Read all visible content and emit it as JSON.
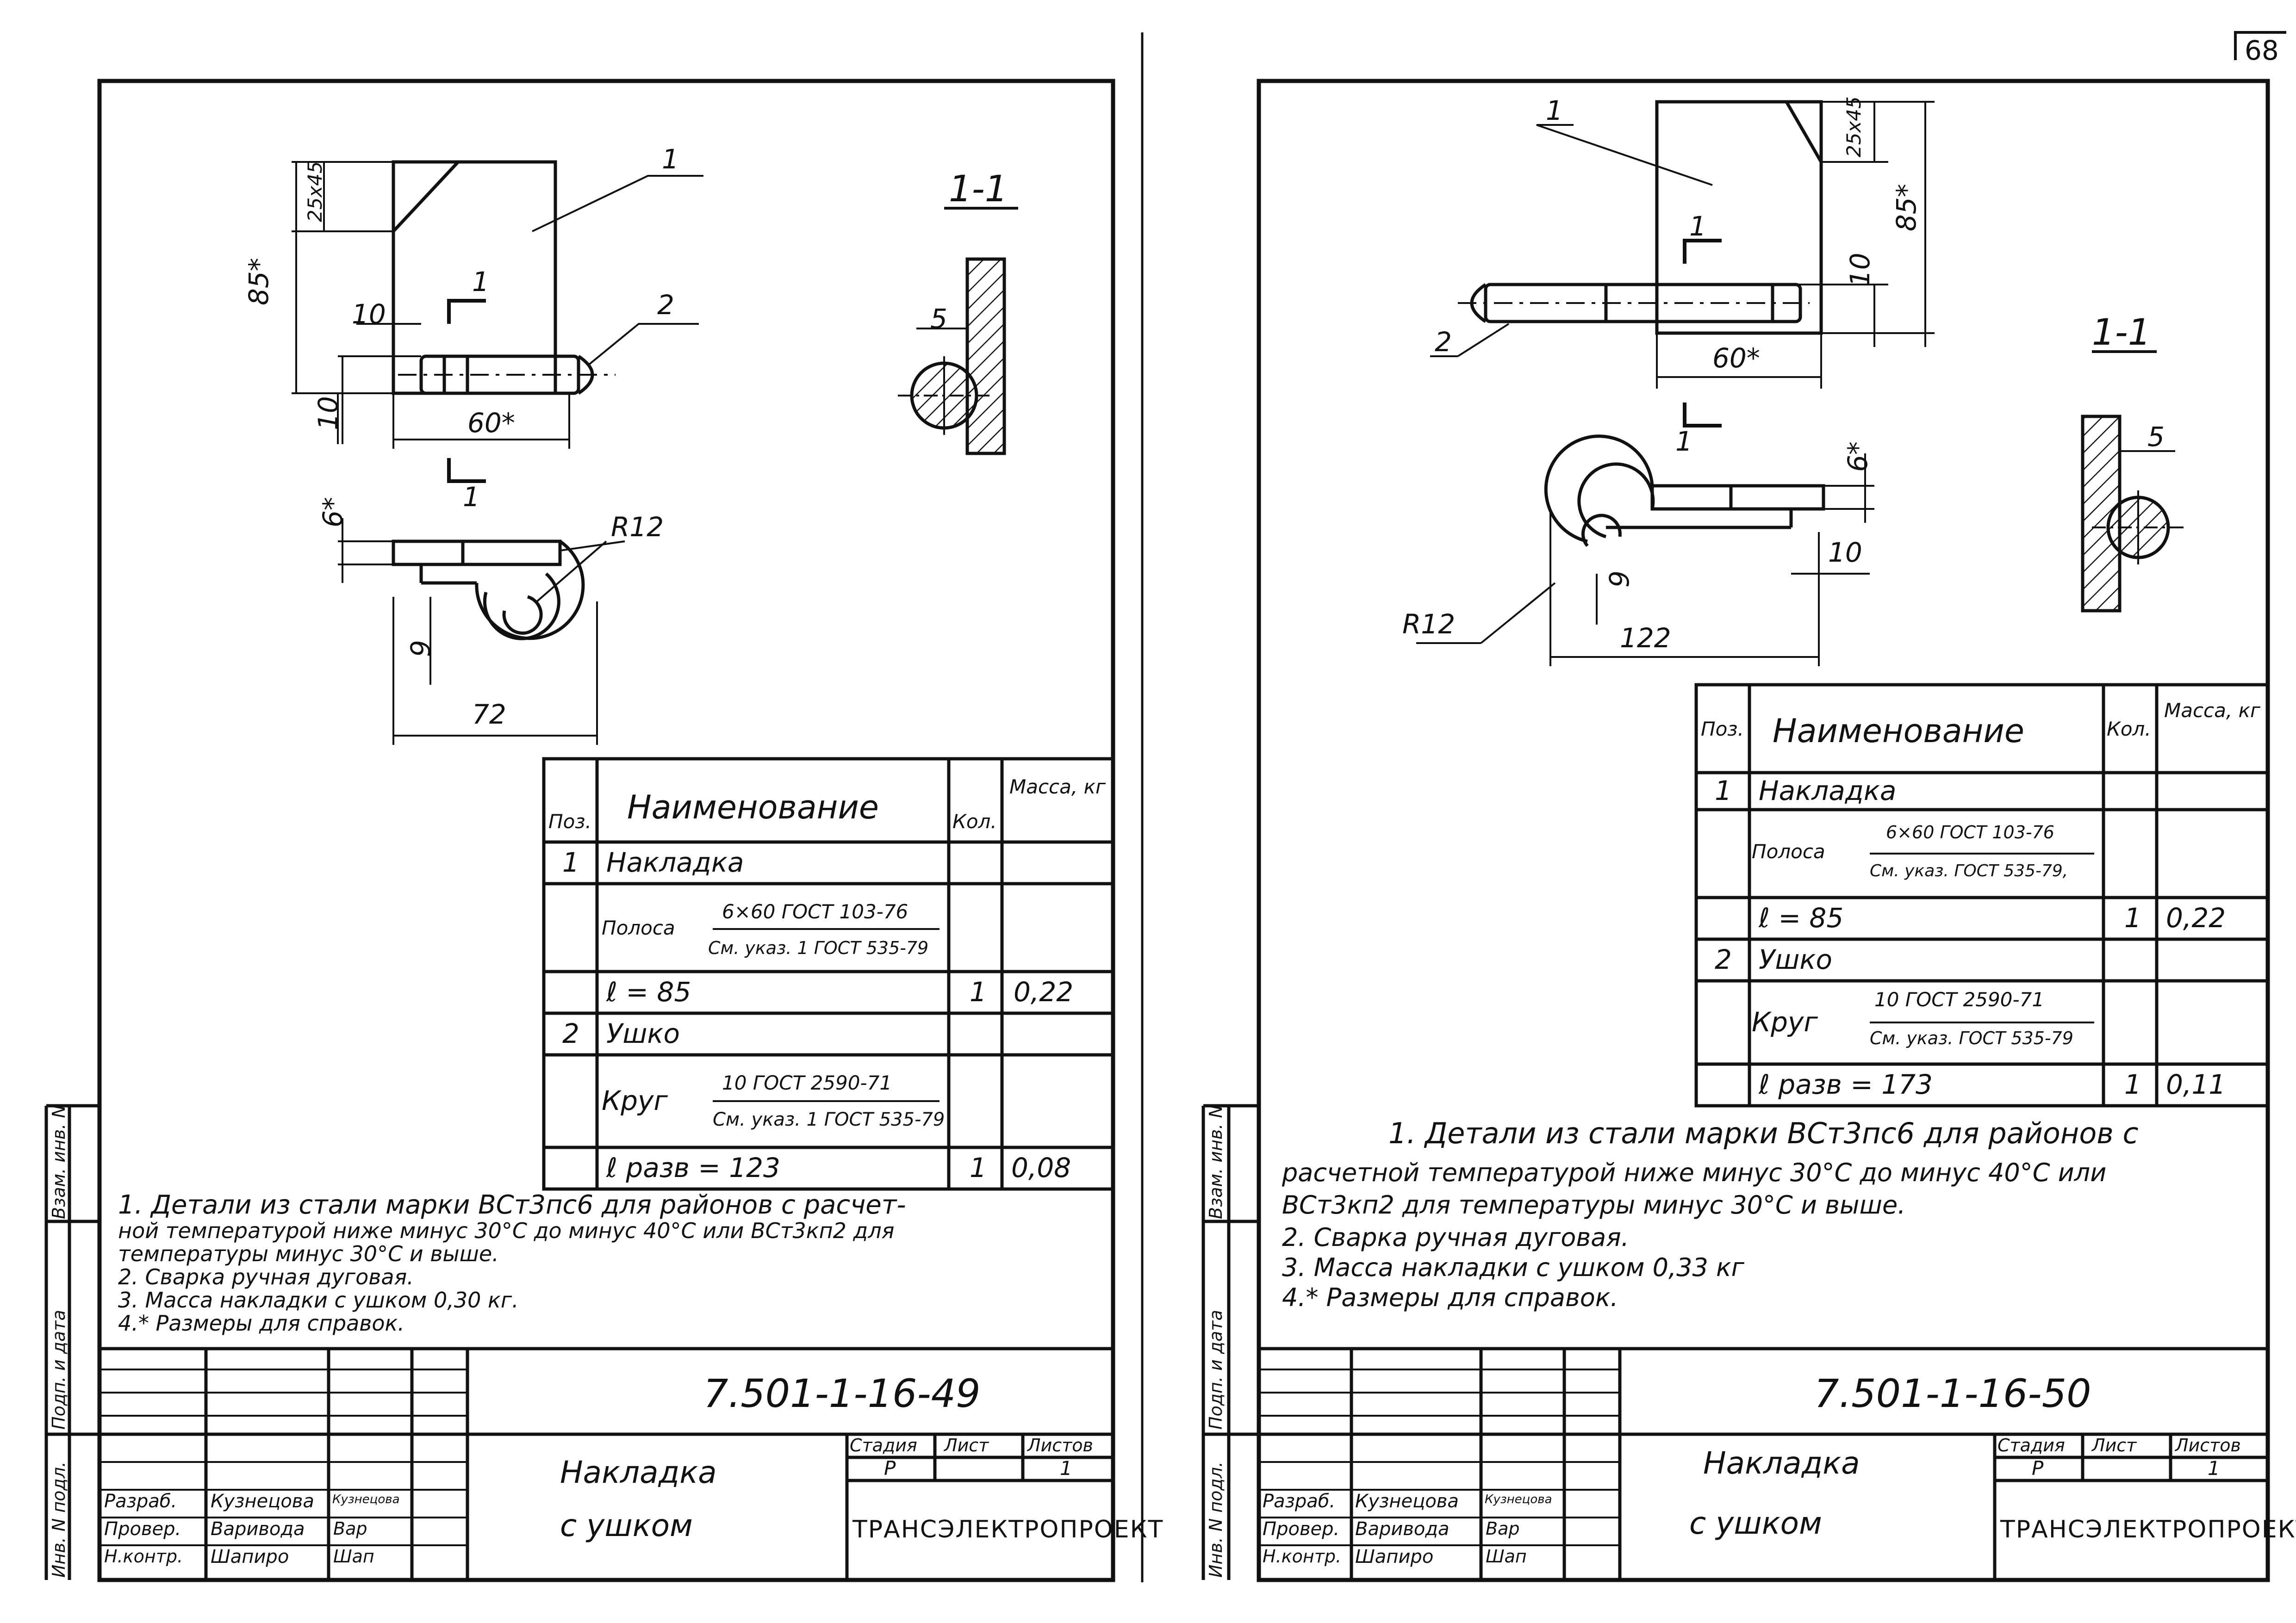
{
  "page_number": "68",
  "left": {
    "section_label": "1-1",
    "labels": {
      "pos1": "1",
      "pos2": "2",
      "cut_a": "1",
      "cut_b": "1"
    },
    "dims": {
      "d25": "25x45",
      "d85": "85*",
      "d10a": "10",
      "d10b": "10",
      "d60": "60*",
      "d6": "6*",
      "r12": "R12",
      "d9": "9",
      "d72": "72",
      "d5": "5"
    },
    "table": {
      "h_pos": "Поз.",
      "h_name": "Наименование",
      "h_qty": "Кол.",
      "h_mass": "Масса, кг",
      "r1_pos": "1",
      "r1_name": "Накладка",
      "r2_name": "Полоса",
      "r2_num": "6×60 ГОСТ 103-76",
      "r2_den": "См. указ. 1 ГОСТ 535-79",
      "r3_name": "ℓ = 85",
      "r3_qty": "1",
      "r3_mass": "0,22",
      "r4_pos": "2",
      "r4_name": "Ушко",
      "r5_name": "Круг",
      "r5_num": "10 ГОСТ 2590-71",
      "r5_den": "См. указ. 1 ГОСТ 535-79",
      "r6_name": "ℓ разв = 123",
      "r6_qty": "1",
      "r6_mass": "0,08"
    },
    "notes": [
      "1. Детали из стали марки ВСт3пс6 для районов с расчет-",
      "ной температурой ниже минус 30°С до минус 40°С или ВСт3кп2 для",
      "температуры минус 30°С и выше.",
      "2. Сварка ручная дуговая.",
      "3. Масса накладки с ушком 0,30 кг.",
      "4.* Размеры для справок."
    ],
    "side": {
      "a": "Взам. инв. N",
      "b": "Подп. и дата",
      "c": "Инв. N подл."
    },
    "stamp": {
      "code": "7.501-1-16-49",
      "title1": "Накладка",
      "title2": "с ушком",
      "h_stage": "Стадия",
      "h_sheet": "Лист",
      "h_sheets": "Листов",
      "stage": "Р",
      "sheet": "",
      "sheets": "1",
      "org": "ТРАНСЭЛЕКТРОПРОЕКТ",
      "role1": "Разраб.",
      "name1": "Кузнецова",
      "sign1": "Кузнецова",
      "role2": "Провер.",
      "name2": "Варивода",
      "sign2": "Вар",
      "role3": "Н.контр.",
      "name3": "Шапиро",
      "sign3": "Шап"
    }
  },
  "right": {
    "section_label": "1-1",
    "labels": {
      "pos1": "1",
      "pos2": "2",
      "cut_a": "1",
      "cut_b": "1"
    },
    "dims": {
      "d25": "25x45",
      "d85": "85*",
      "d10a": "10",
      "d60": "60*",
      "d6": "6*",
      "r12": "R12",
      "d9": "9",
      "d10b": "10",
      "d122": "122",
      "d5": "5"
    },
    "table": {
      "h_pos": "Поз.",
      "h_name": "Наименование",
      "h_qty": "Кол.",
      "h_mass": "Масса, кг",
      "r1_pos": "1",
      "r1_name": "Накладка",
      "r2_name": "Полоса",
      "r2_num": "6×60 ГОСТ 103-76",
      "r2_den": "См. указ. ГОСТ 535-79,",
      "r3_name": "ℓ = 85",
      "r3_qty": "1",
      "r3_mass": "0,22",
      "r4_pos": "2",
      "r4_name": "Ушко",
      "r5_name": "Круг",
      "r5_num": "10 ГОСТ 2590-71",
      "r5_den": "См. указ. ГОСТ 535-79",
      "r6_name": "ℓ разв = 173",
      "r6_qty": "1",
      "r6_mass": "0,11"
    },
    "notes": [
      "1. Детали из стали марки ВСт3пс6 для районов с",
      "расчетной температурой ниже минус 30°С до минус 40°С или",
      "ВСт3кп2 для температуры минус 30°С и выше.",
      "2. Сварка ручная дуговая.",
      "3. Масса накладки с ушком 0,33 кг",
      "4.* Размеры для справок."
    ],
    "side": {
      "a": "Взам. инв. N",
      "b": "Подп. и дата",
      "c": "Инв. N подл."
    },
    "stamp": {
      "code": "7.501-1-16-50",
      "title1": "Накладка",
      "title2": "с ушком",
      "h_stage": "Стадия",
      "h_sheet": "Лист",
      "h_sheets": "Листов",
      "stage": "Р",
      "sheet": "",
      "sheets": "1",
      "org": "ТРАНСЭЛЕКТРОПРОЕКТ",
      "role1": "Разраб.",
      "name1": "Кузнецова",
      "sign1": "Кузнецова",
      "role2": "Провер.",
      "name2": "Варивода",
      "sign2": "Вар",
      "role3": "Н.контр.",
      "name3": "Шапиро",
      "sign3": "Шап"
    }
  }
}
